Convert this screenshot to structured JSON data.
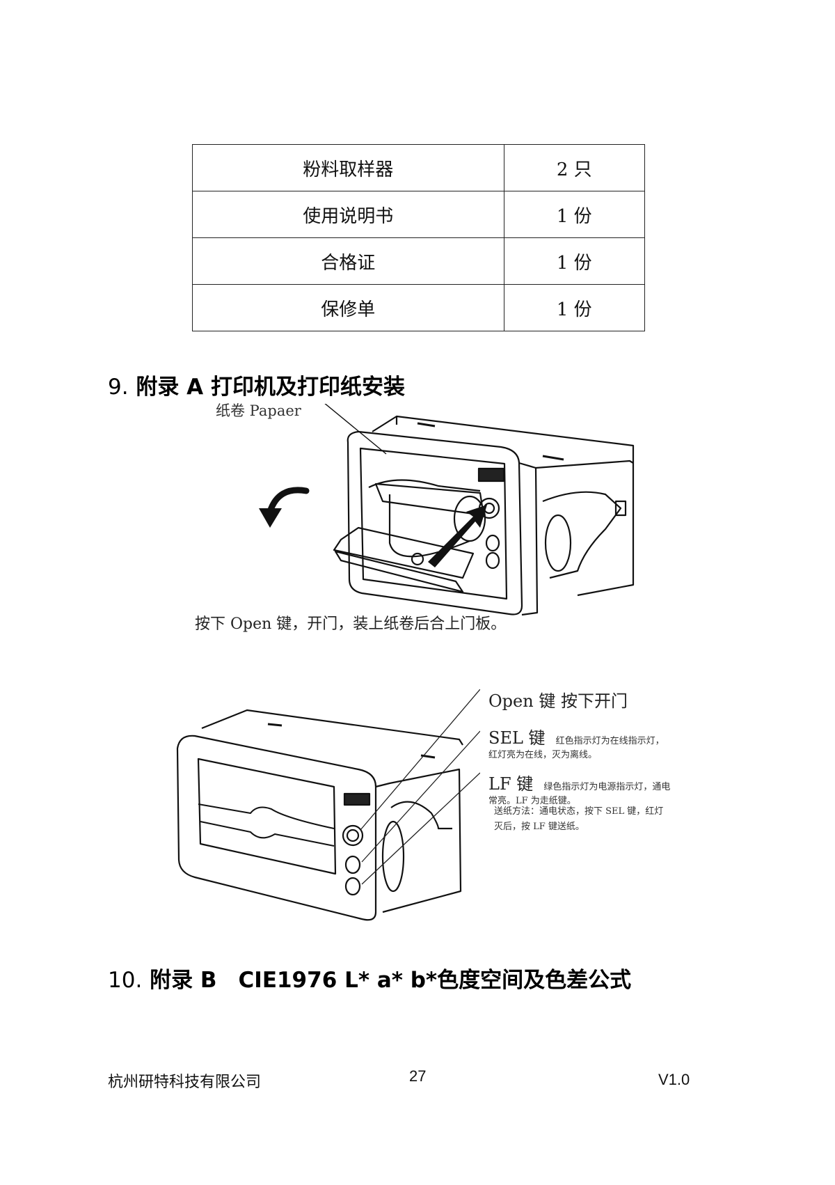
{
  "packing_list": {
    "rows": [
      {
        "item": "粉料取样器",
        "qty": "2 只"
      },
      {
        "item": "使用说明书",
        "qty": "1 份"
      },
      {
        "item": "合格证",
        "qty": "1 份"
      },
      {
        "item": "保修单",
        "qty": "1 份"
      }
    ]
  },
  "section9": {
    "number": "9.",
    "title": "附录 A 打印机及打印纸安装",
    "figure1": {
      "label_paper": "纸卷 Papaer",
      "caption": "按下 Open 键，开门，装上纸卷后合上门板。"
    },
    "figure2": {
      "open_key": {
        "title": "Open 键  按下开门"
      },
      "sel_key": {
        "title": "SEL 键",
        "desc_line1": "红色指示灯为在线指示灯，",
        "desc_line2": "红灯亮为在线，灭为离线。"
      },
      "lf_key": {
        "title": "LF 键",
        "desc_line1": "绿色指示灯为电源指示灯，通电",
        "desc_line2": "常亮。LF 为走纸键。"
      },
      "feed_method": {
        "line1": "送纸方法：通电状态，按下 SEL 键，红灯",
        "line2": "灭后，按 LF 键送纸。"
      }
    }
  },
  "section10": {
    "number": "10.",
    "title": "附录 B　CIE1976 L* a* b*色度空间及色差公式"
  },
  "footer": {
    "company": "杭州研特科技有限公司",
    "page": "27",
    "version": "V1.0"
  }
}
